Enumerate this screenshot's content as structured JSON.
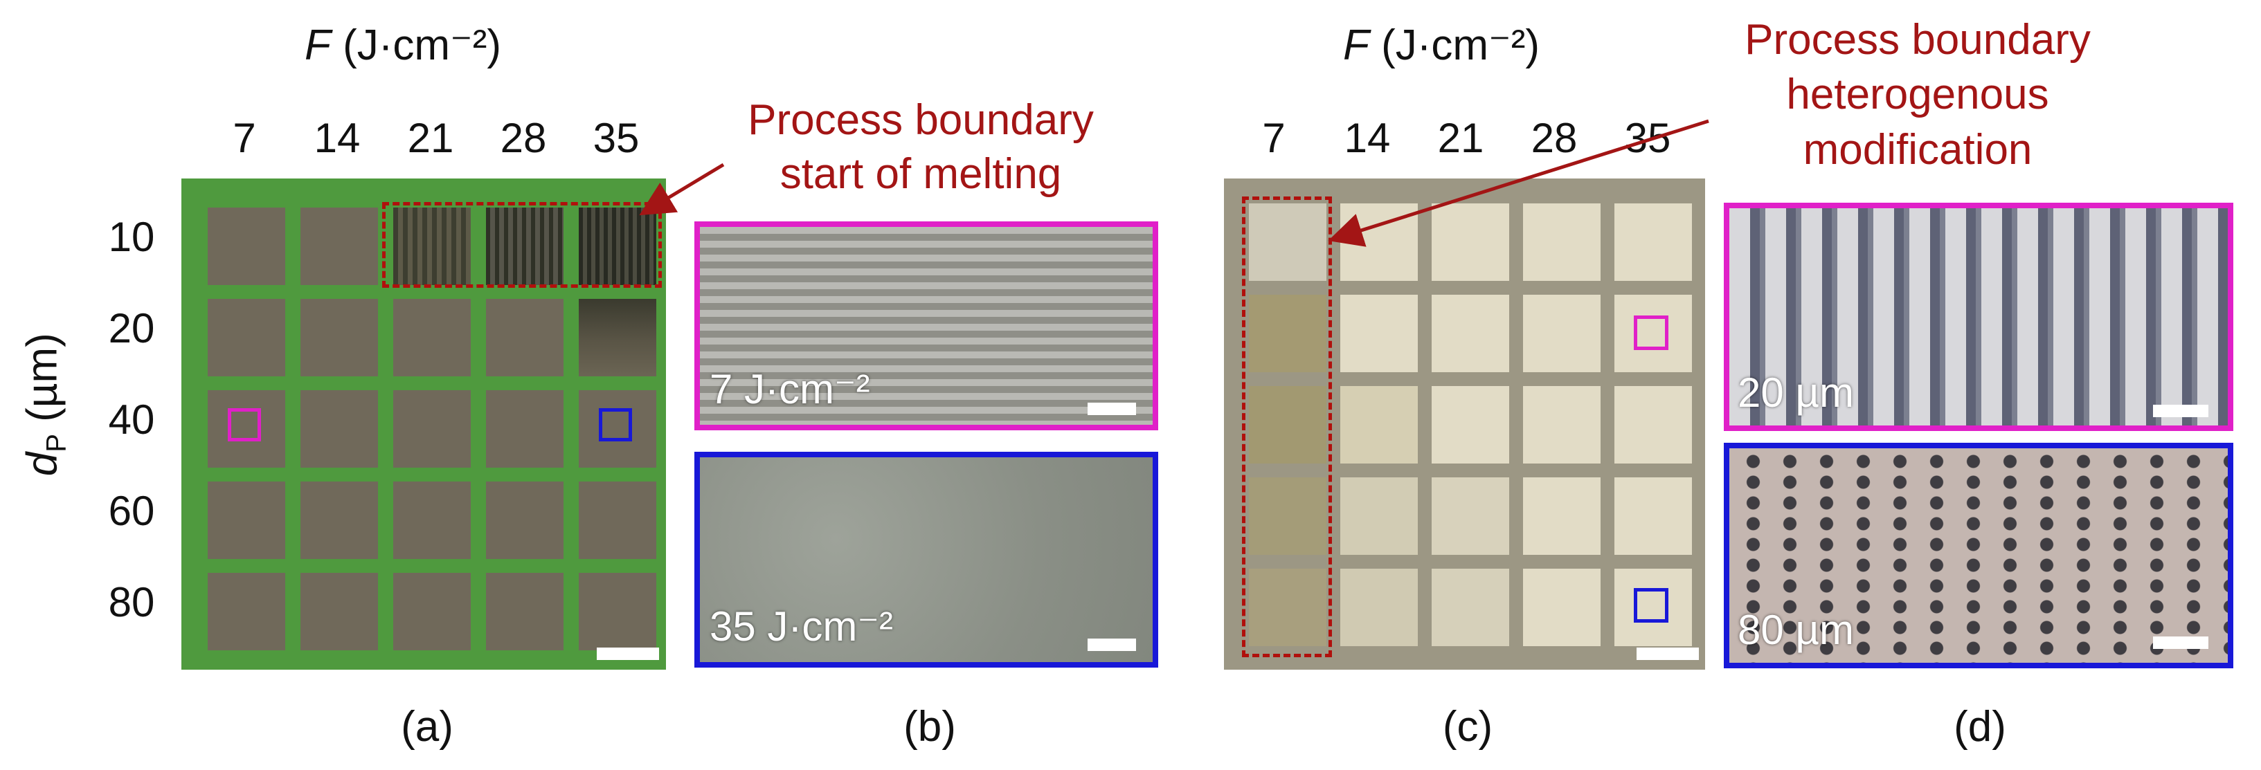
{
  "figure": {
    "axis_fluence": {
      "symbol": "F",
      "unit": "(J·cm⁻²)"
    },
    "axis_diameter": {
      "symbol": "d",
      "subscript": "P",
      "unit": "(µm)"
    },
    "fluence_ticks": [
      "7",
      "14",
      "21",
      "28",
      "35"
    ],
    "diameter_ticks": [
      "10",
      "20",
      "40",
      "60",
      "80"
    ],
    "note_a": {
      "line1": "Process boundary",
      "line2": "start of melting"
    },
    "note_c": {
      "line1": "Process boundary",
      "line2": "heterogenous",
      "line3": "modification"
    },
    "inset_b": {
      "top_label": "7 J·cm⁻²",
      "bottom_label": "35 J·cm⁻²"
    },
    "inset_d": {
      "top_label": "20 µm",
      "bottom_label": "80 µm"
    },
    "captions": [
      "(a)",
      "(b)",
      "(c)",
      "(d)"
    ]
  },
  "colors": {
    "magenta": "#e020c8",
    "blue": "#1818d8",
    "annotation_red": "#a31515"
  }
}
